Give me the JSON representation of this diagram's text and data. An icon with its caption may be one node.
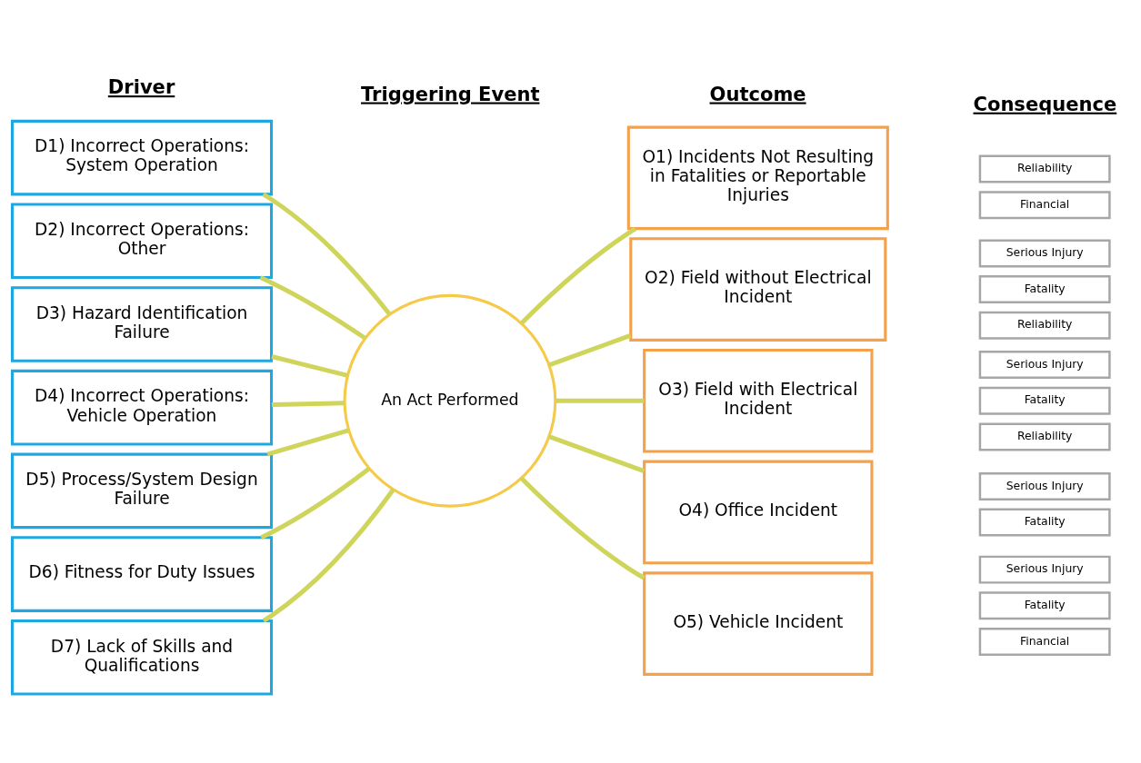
{
  "diagram": {
    "nodes": [
      {
        "text": [
          "D1) Incorrect Operations: System Operation"
        ]
      },
      {
        "text": [
          "D2) Incorrect Operations: Other"
        ]
      },
      {
        "text": [
          "D3) Hazard Identification Failure"
        ]
      },
      {
        "text": [
          "D4) Incorrect Operations: Vehicle Operation"
        ]
      },
      {
        "text": [
          "D5) Process/System Design Failure"
        ]
      },
      {
        "text": [
          "D6) Fitness for Duty Issues"
        ]
      },
      {
        "text": [
          "D7) Lack of Skills and Qualifications"
        ]
      },
      {
        "text": [
          "An Act Performed"
        ]
      },
      {
        "text": [
          "O1) Incidents Not Resulting in Fatalities or Reportable Injuries"
        ]
      },
      {
        "text": [
          "O2) Field without Electrical Incident"
        ]
      },
      {
        "text": [
          "O3) Field with Electrical Incident"
        ]
      },
      {
        "text": [
          "O4) Office Incident"
        ]
      },
      {
        "text": [
          "O5) Vehicle Incident"
        ]
      },
      {
        "text": [
          "Reliability"
        ]
      },
      {
        "text": [
          "Financial"
        ]
      },
      {
        "text": [
          "Serious Injury"
        ]
      },
      {
        "text": [
          "Fatality"
        ]
      },
      {
        "text": [
          "Reliability"
        ]
      },
      {
        "text": [
          "Serious Injury"
        ]
      },
      {
        "text": [
          "Fatality"
        ]
      },
      {
        "text": [
          "Reliability"
        ]
      },
      {
        "text": [
          "Serious Injury"
        ]
      },
      {
        "text": [
          "Fatality"
        ]
      },
      {
        "text": [
          "Serious Injury"
        ]
      },
      {
        "text": [
          "Fatality"
        ]
      },
      {
        "text": [
          "Financial"
        ]
      }
    ],
    "edges": [
      {
        "from": 0,
        "to": 7,
        "arrow": "none"
      },
      {
        "from": 1,
        "to": 7,
        "arrow": "none"
      },
      {
        "from": 2,
        "to": 7,
        "arrow": "none"
      },
      {
        "from": 3,
        "to": 7,
        "arrow": "none"
      },
      {
        "from": 4,
        "to": 7,
        "arrow": "none"
      },
      {
        "from": 5,
        "to": 7,
        "arrow": "none"
      },
      {
        "from": 6,
        "to": 7,
        "arrow": "none"
      },
      {
        "from": 7,
        "to": 8,
        "arrow": "none"
      },
      {
        "from": 7,
        "to": 9,
        "arrow": "none"
      },
      {
        "from": 7,
        "to": 10,
        "arrow": "none"
      },
      {
        "from": 7,
        "to": 11,
        "arrow": "none"
      },
      {
        "from": 7,
        "to": 12,
        "arrow": "none"
      }
    ],
    "labels": [
      "Driver",
      "Triggering Event",
      "Outcome",
      "Consequence"
    ]
  }
}
